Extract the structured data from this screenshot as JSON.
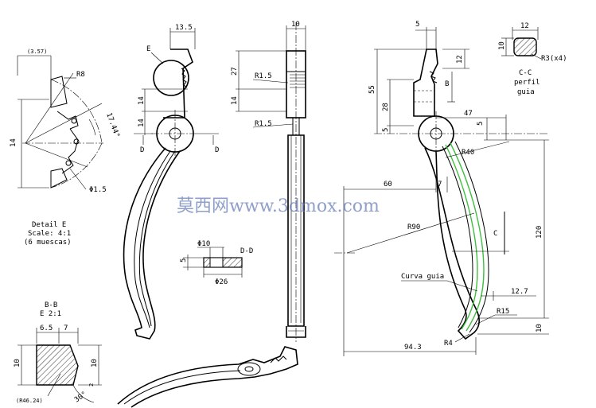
{
  "detail_e": {
    "dim_top": "(3.57)",
    "dim_r8": "R8",
    "dim_angle": "17.44°",
    "dim_14": "14",
    "dim_phi": "Φ1.5",
    "caption_1": "Detail E",
    "caption_2": "Scale: 4:1",
    "caption_3": "(6 muescas)"
  },
  "section_bb": {
    "title_1": "B-B",
    "title_2": "E 2:1",
    "dim_65": "6.5",
    "dim_7": "7",
    "dim_10_left": "10",
    "dim_10_right": "10",
    "dim_2": "2",
    "dim_30": "30°",
    "dim_r": "(R46.24)"
  },
  "side_view": {
    "dim_135": "13.5",
    "label_e": "E",
    "dim_14a": "14",
    "dim_14b": "14",
    "label_d1": "D",
    "label_d2": "D"
  },
  "front_view": {
    "dim_10": "10",
    "dim_27": "27",
    "dim_14": "14",
    "dim_r15a": "R1.5",
    "dim_r15b": "R1.5"
  },
  "section_dd": {
    "title": "D-D",
    "dim_phi10": "Φ10",
    "dim_5": "5",
    "dim_phi26": "Φ26"
  },
  "main_view": {
    "dim_5": "5",
    "dim_55": "55",
    "dim_12": "12",
    "label_b": "B",
    "dim_28": "28",
    "dim_5b": "5",
    "dim_47": "47",
    "dim_5c": "5",
    "dim_r40": "R40",
    "dim_60": "60",
    "dim_7": "7",
    "dim_r90": "R90",
    "label_c": "C",
    "dim_120": "120",
    "label_curva": "Curva guia",
    "dim_127": "12.7",
    "dim_r15": "R15",
    "dim_10": "10",
    "dim_r4": "R4",
    "dim_943": "94.3"
  },
  "section_cc": {
    "dim_12": "12",
    "dim_10": "10",
    "dim_r3": "R3(x4)",
    "title_1": "C-C",
    "title_2": "perfil",
    "title_3": "guia"
  },
  "watermark": "莫西网www.3dmox.com"
}
